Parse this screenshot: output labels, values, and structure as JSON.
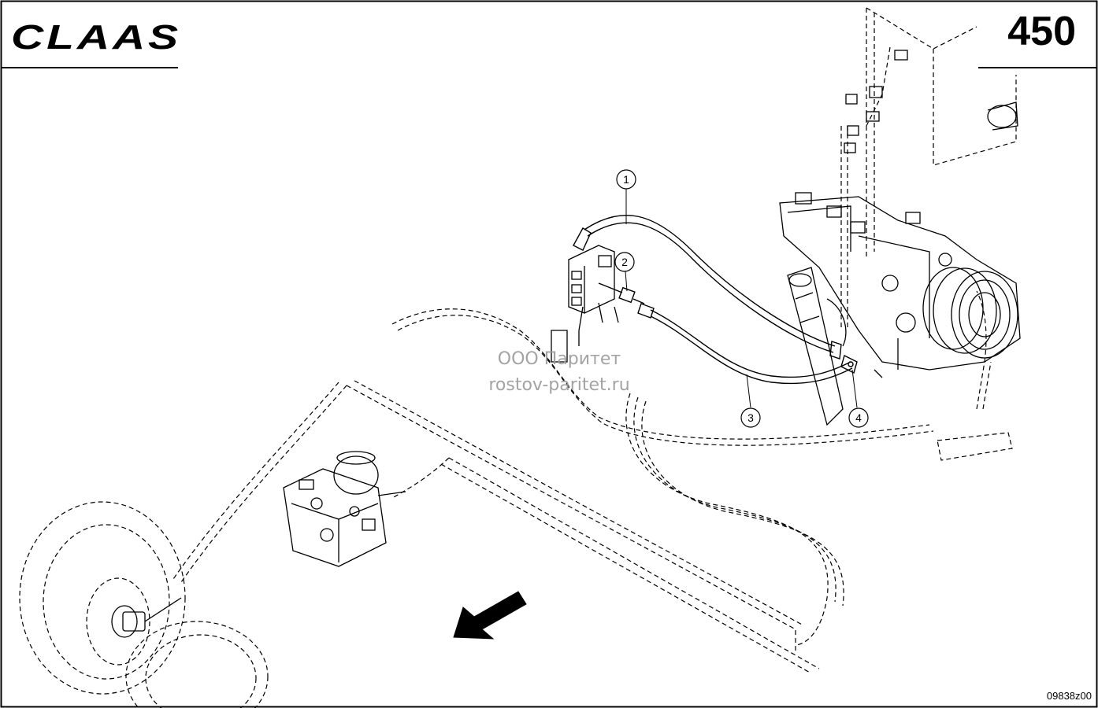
{
  "header": {
    "brand_logo_text": "CLAAS",
    "page_number": "450"
  },
  "watermark": {
    "line1": "ООО Паритет",
    "line2": "rostov-paritet.ru"
  },
  "callouts": [
    {
      "label": "1",
      "ref": "hose-1"
    },
    {
      "label": "2",
      "ref": "fitting-2"
    },
    {
      "label": "3",
      "ref": "hose-3"
    },
    {
      "label": "4",
      "ref": "fitting-4"
    }
  ],
  "footer": {
    "drawing_code": "09838z00"
  },
  "colors": {
    "line": "#000000",
    "watermark": "#9a9a9a"
  },
  "icons": {
    "direction_arrow": "forward-direction-arrow-icon"
  }
}
